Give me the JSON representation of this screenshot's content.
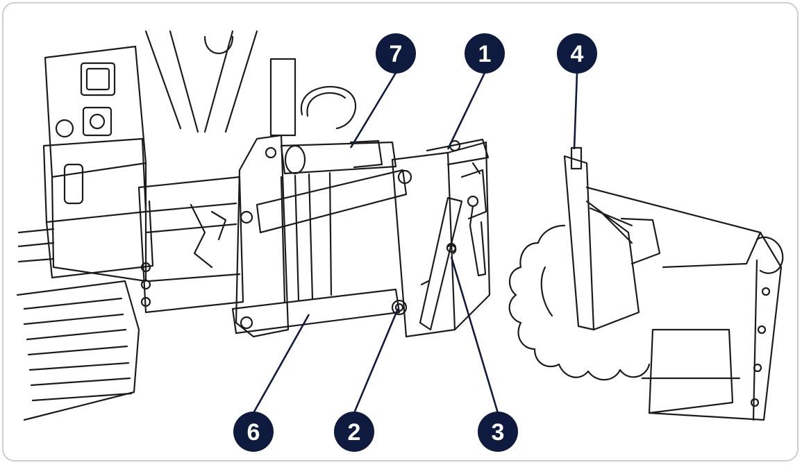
{
  "diagram": {
    "colors": {
      "line": "#1b1b1b",
      "callout_fill": "#0e1a3e",
      "callout_text": "#ffffff",
      "frame_border": "#c9cdd6",
      "background": "#ffffff"
    },
    "callouts": [
      {
        "label": "1"
      },
      {
        "label": "2"
      },
      {
        "label": "3"
      },
      {
        "label": "4"
      },
      {
        "label": "6"
      },
      {
        "label": "7"
      }
    ]
  }
}
